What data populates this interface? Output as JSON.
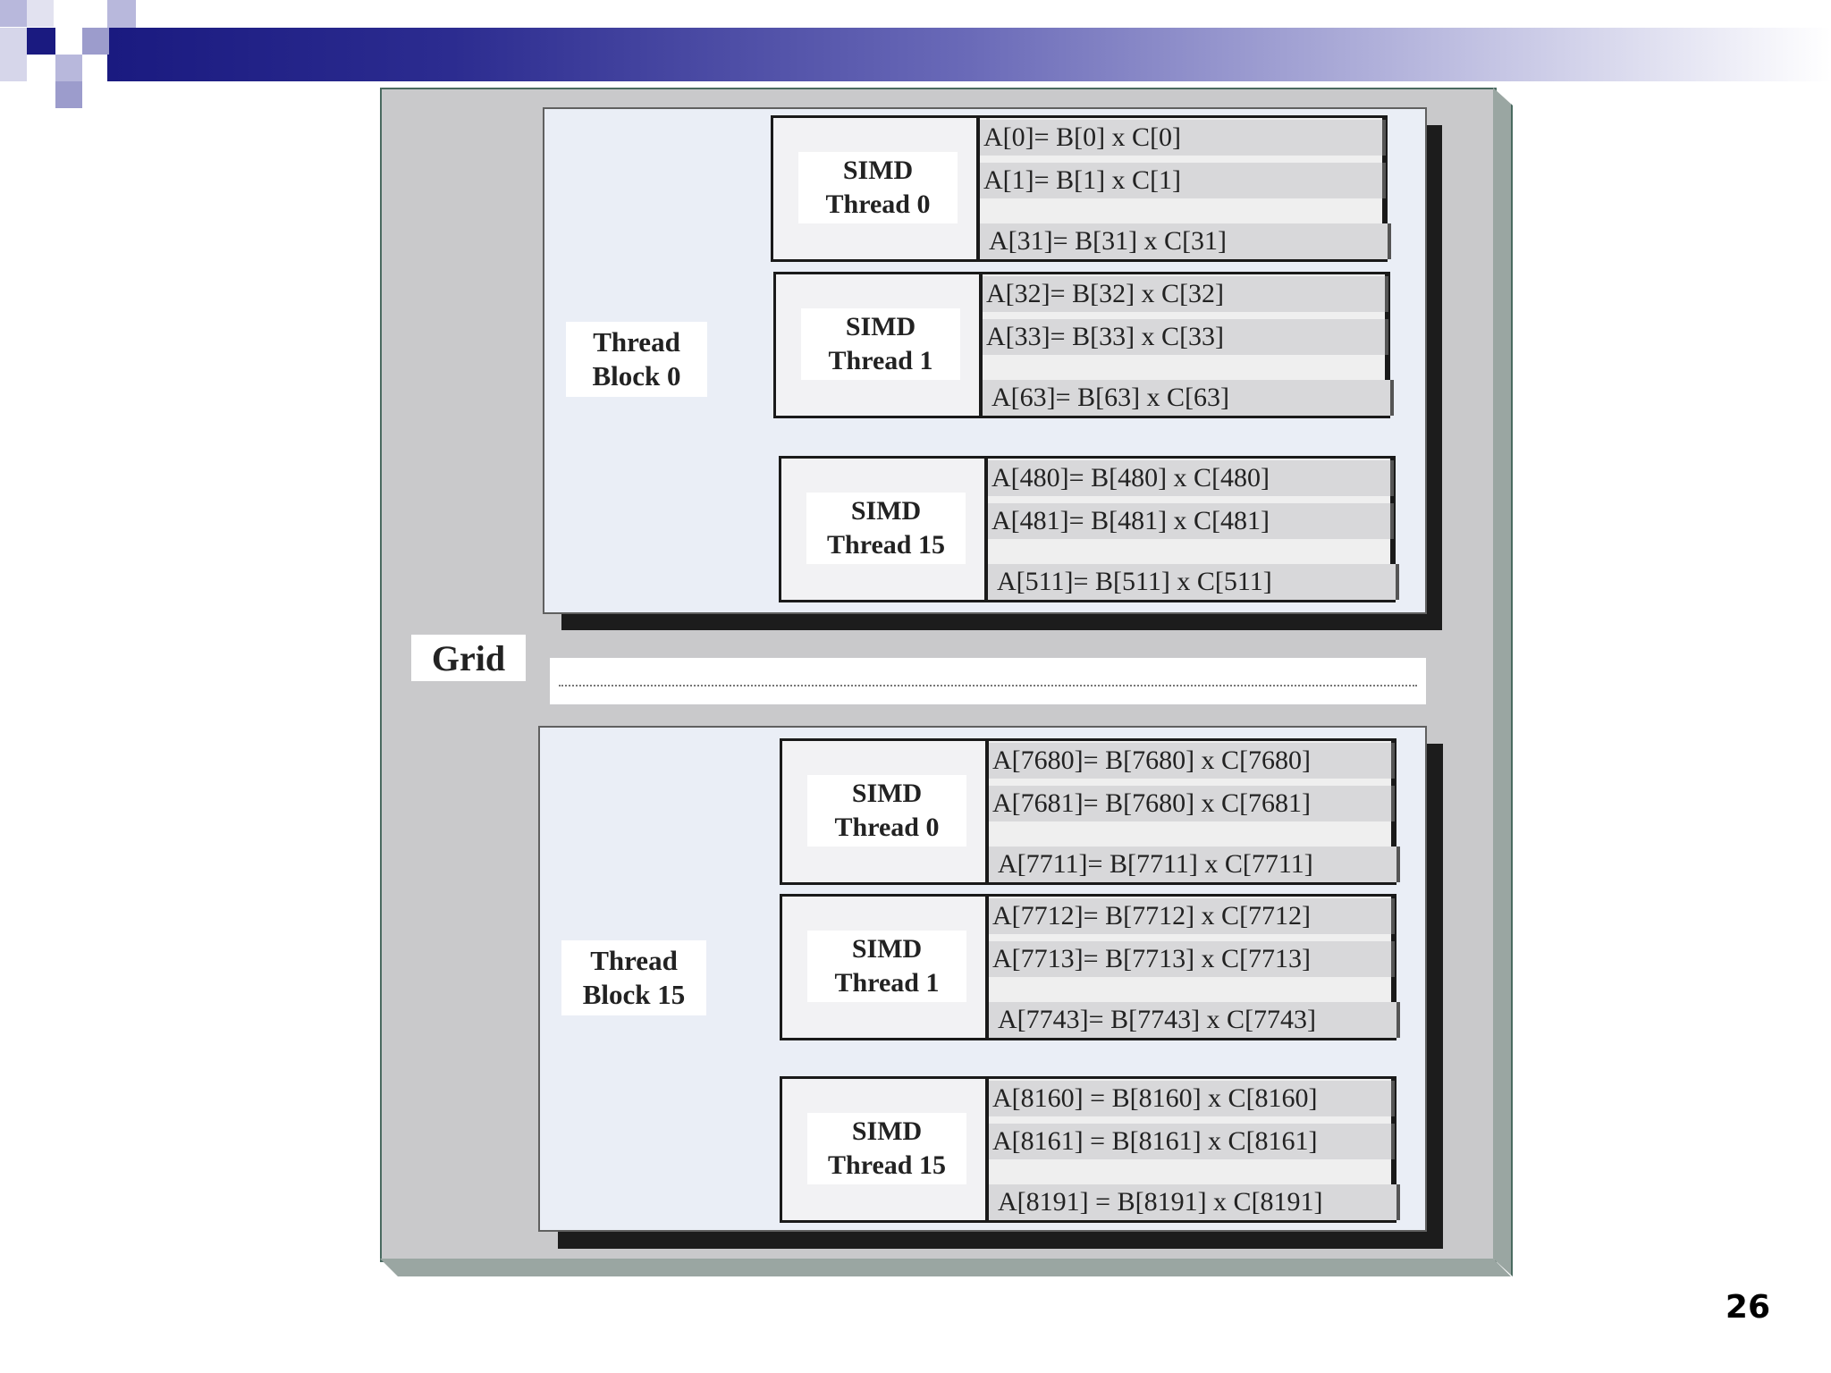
{
  "diagram": {
    "grid_label": "Grid",
    "thread_blocks": [
      {
        "label_line1": "Thread",
        "label_line2": "Block 0",
        "threads": [
          {
            "label_line1": "SIMD",
            "label_line2": "Thread 0",
            "rows": [
              "A[0]= B[0] x C[0]",
              "A[1]= B[1] x C[1]",
              "A[31]= B[31] x C[31]"
            ]
          },
          {
            "label_line1": "SIMD",
            "label_line2": "Thread 1",
            "rows": [
              "A[32]= B[32] x C[32]",
              "A[33]= B[33] x C[33]",
              "A[63]= B[63] x C[63]"
            ]
          },
          {
            "label_line1": "SIMD",
            "label_line2": "Thread 15",
            "rows": [
              "A[480]= B[480] x C[480]",
              "A[481]= B[481] x C[481]",
              "A[511]= B[511] x C[511]"
            ]
          }
        ]
      },
      {
        "label_line1": "Thread",
        "label_line2": "Block 15",
        "threads": [
          {
            "label_line1": "SIMD",
            "label_line2": "Thread 0",
            "rows": [
              "A[7680]= B[7680] x C[7680]",
              "A[7681]= B[7680] x C[7681]",
              "A[7711]= B[7711] x C[7711]"
            ]
          },
          {
            "label_line1": "SIMD",
            "label_line2": "Thread 1",
            "rows": [
              "A[7712]= B[7712] x C[7712]",
              "A[7713]= B[7713] x C[7713]",
              "A[7743]= B[7743] x C[7743]"
            ]
          },
          {
            "label_line1": "SIMD",
            "label_line2": "Thread 15",
            "rows": [
              "A[8160] = B[8160] x C[8160]",
              "A[8161] = B[8161] x C[8161]",
              "A[8191] = B[8191] x C[8191]"
            ]
          }
        ]
      }
    ]
  },
  "page_number": "26",
  "colors": {
    "header_dark": "#1a1a80",
    "grid_bg": "#c9c9cb",
    "block_bg": "#eaeef6"
  }
}
